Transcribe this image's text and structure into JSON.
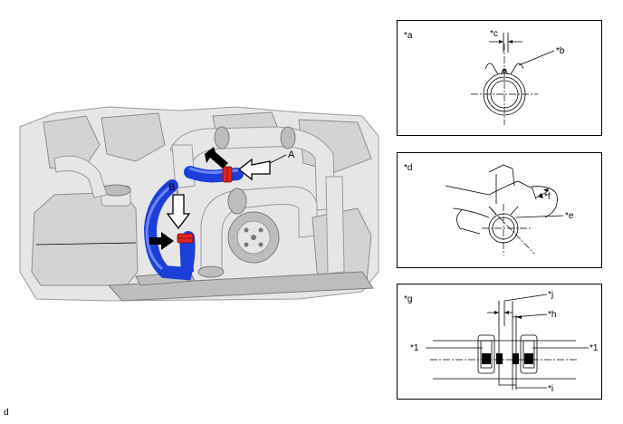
{
  "main_illustration": {
    "callout_A": "A",
    "callout_B": "B",
    "hose_color": "#1d3fd8",
    "clip_color": "#e0261f"
  },
  "detail_a": {
    "panel_label": "*a",
    "label_b": "*b",
    "label_c": "*c"
  },
  "detail_d": {
    "panel_label": "*d",
    "label_e": "*e",
    "label_f": "*f"
  },
  "detail_g": {
    "panel_label": "*g",
    "label_1_left": "*1",
    "label_1_right": "*1",
    "label_h": "*h",
    "label_i": "*i",
    "label_j": "*j"
  },
  "figure_code": "d"
}
